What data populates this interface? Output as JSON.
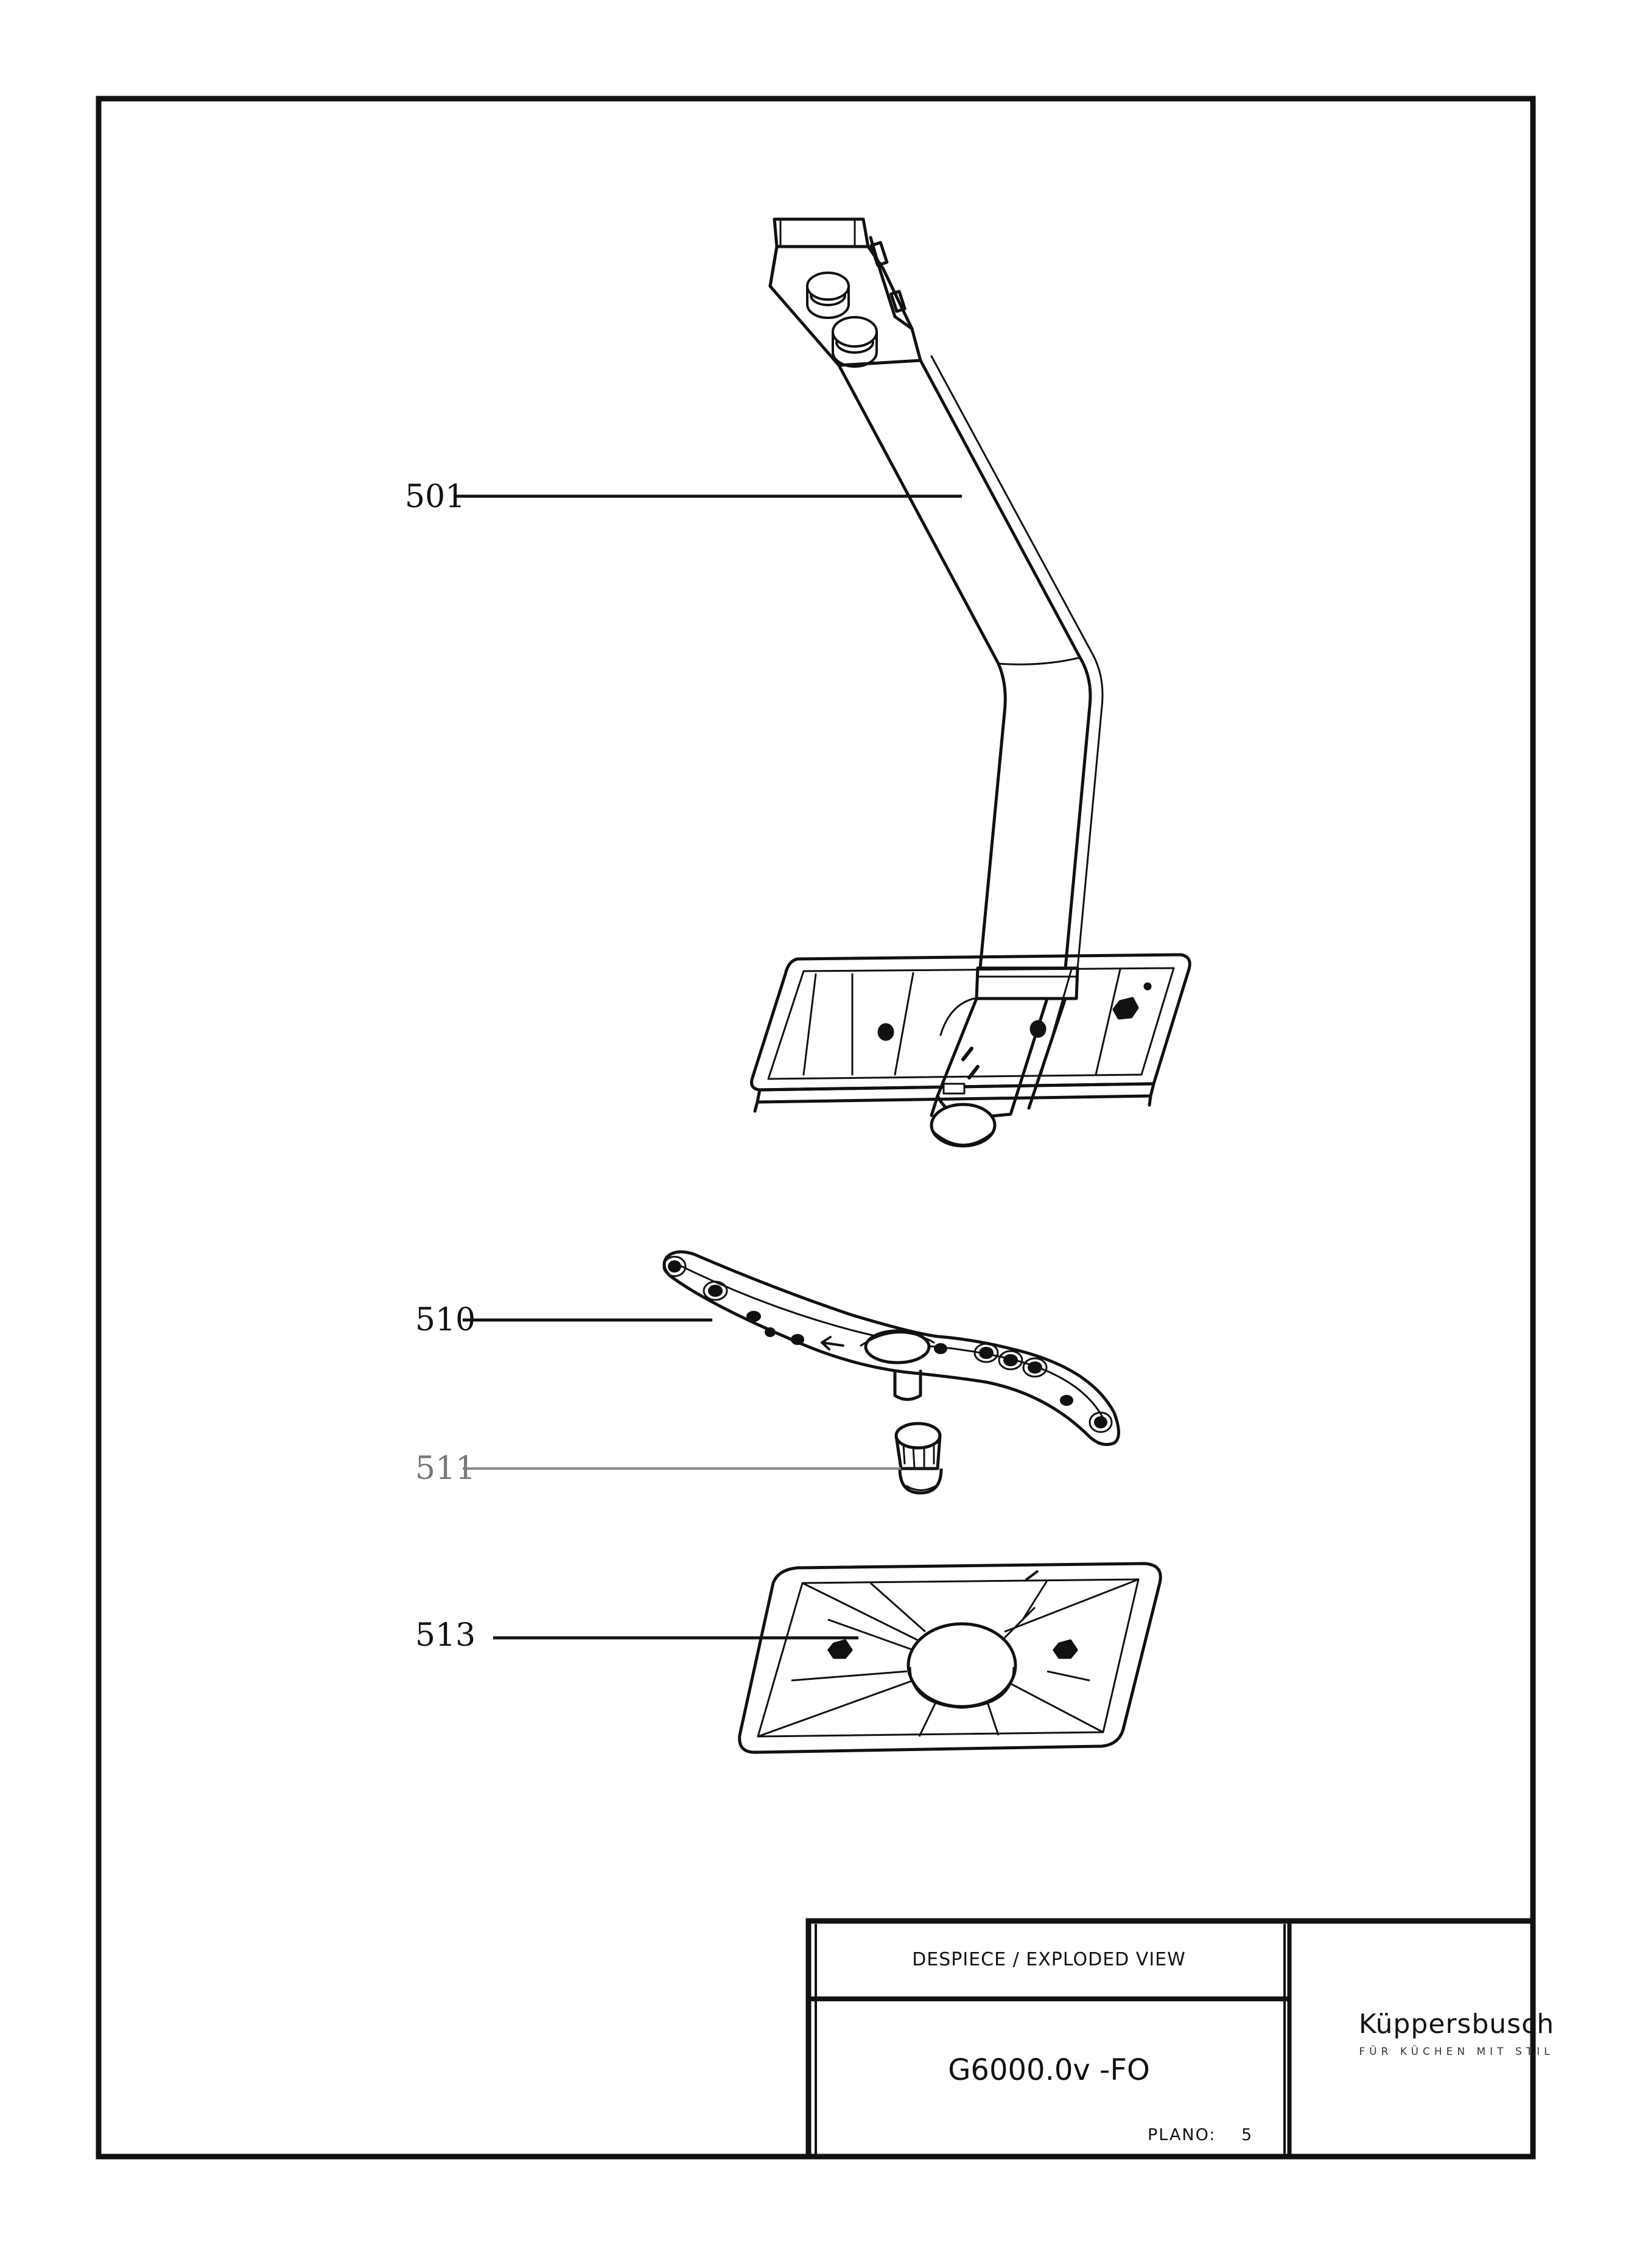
{
  "callouts": [
    {
      "id": "501",
      "label": "501"
    },
    {
      "id": "510",
      "label": "510"
    },
    {
      "id": "511",
      "label": "511"
    },
    {
      "id": "513",
      "label": "513"
    }
  ],
  "title_block": {
    "title": "DESPIECE / EXPLODED VIEW",
    "model": "G6000.0v -FO",
    "plano_label": "PLANO:",
    "plano_value": "5"
  },
  "brand": {
    "name": "Küppersbusch",
    "tagline": "FÜR KÜCHEN MIT STIL"
  },
  "colors": {
    "ink": "#111111",
    "light_ink": "#777777",
    "paper": "#ffffff"
  }
}
